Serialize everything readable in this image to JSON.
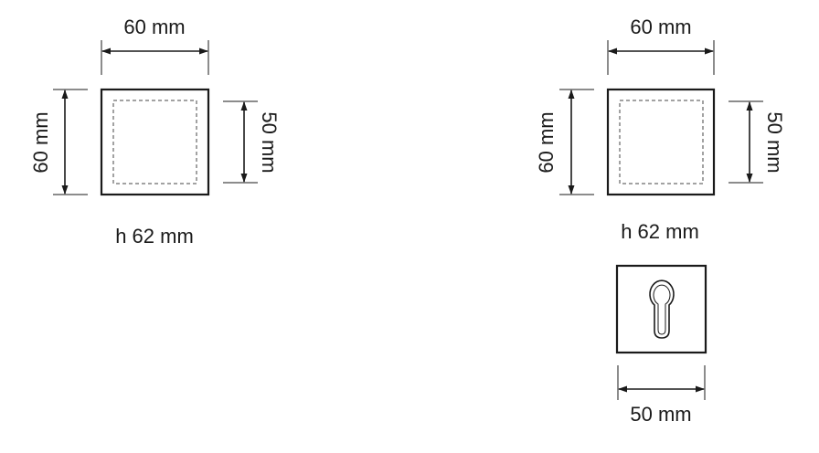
{
  "left_rose": {
    "width_label": "60 mm",
    "height_label": "60 mm",
    "inner_label": "50 mm",
    "depth_label": "h 62 mm"
  },
  "right_rose": {
    "width_label": "60 mm",
    "height_label": "60 mm",
    "inner_label": "50 mm",
    "depth_label": "h 62 mm"
  },
  "escutcheon": {
    "width_label": "50 mm"
  }
}
